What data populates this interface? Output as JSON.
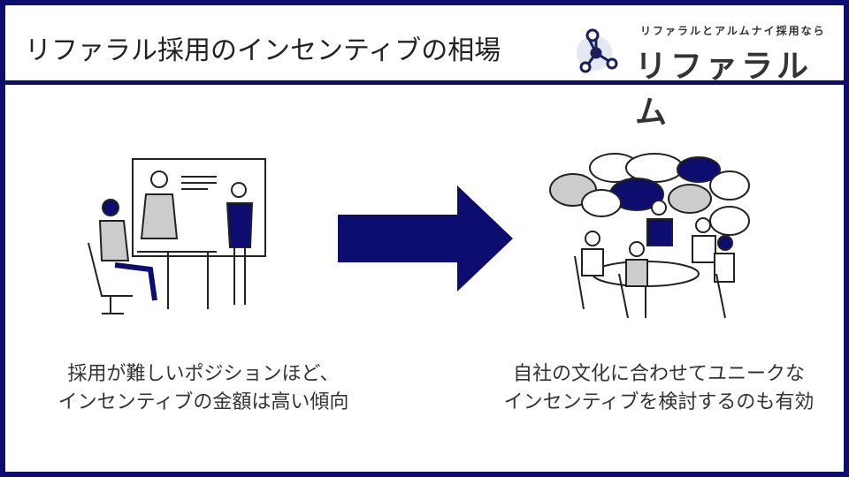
{
  "header": {
    "title": "リファラル採用のインセンティブの相場"
  },
  "logo": {
    "tagline": "リファラルとアルムナイ採用なら",
    "name": "リファラルム"
  },
  "left": {
    "caption_line1": "採用が難しいポジションほど、",
    "caption_line2": "インセンティブの金額は高い傾向"
  },
  "right": {
    "caption_line1": "自社の文化に合わせてユニークな",
    "caption_line2": "インセンティブを検討するのも有効"
  },
  "colors": {
    "navy": "#0d0d70",
    "gray": "#c8c8c8"
  }
}
